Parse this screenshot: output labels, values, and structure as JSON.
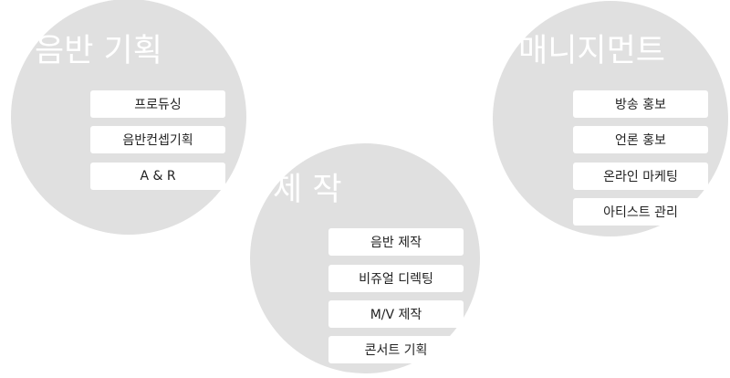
{
  "sections": [
    {
      "title": "음반 기획",
      "items": [
        "프로듀싱",
        "음반컨셉기획",
        "A & R"
      ]
    },
    {
      "title": "제 작",
      "items": [
        "음반 제작",
        "비쥬얼 디렉팅",
        "M/V 제작",
        "콘서트 기획"
      ]
    },
    {
      "title": "매니지먼트",
      "items": [
        "방송 홍보",
        "언론 홍보",
        "온라인 마케팅",
        "아티스트 관리"
      ]
    }
  ],
  "colors": {
    "circle": "#e0e0e0",
    "title": "#ffffff",
    "item_background": "#ffffff",
    "item_text": "#222222"
  }
}
